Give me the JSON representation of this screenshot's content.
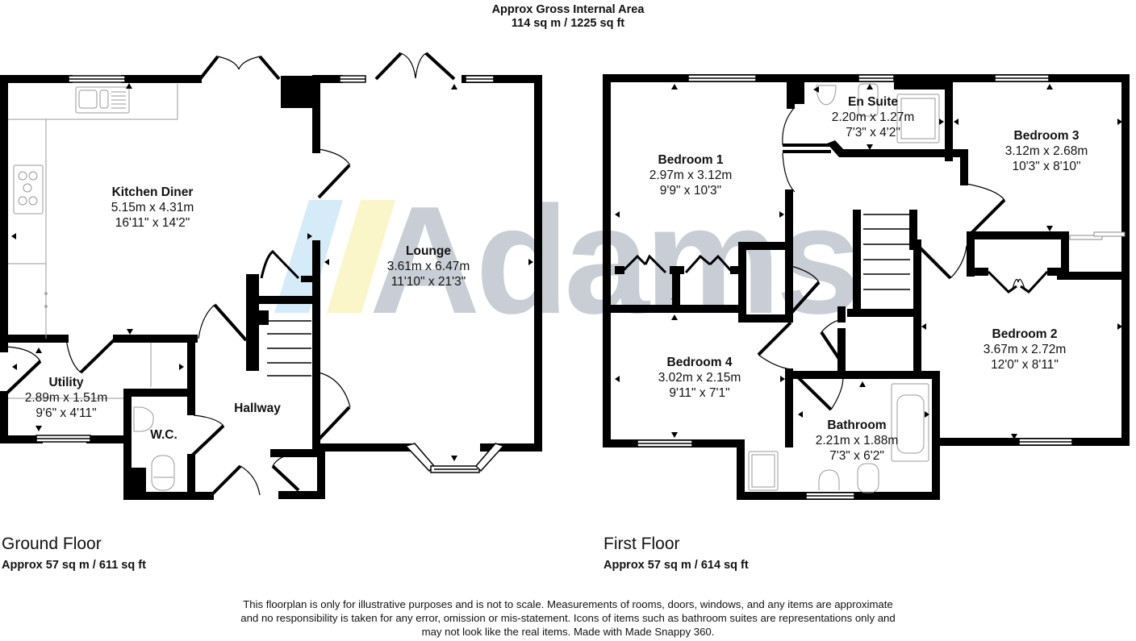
{
  "header": {
    "title": "Approx Gross Internal Area",
    "total_area": "114 sq m / 1225 sq ft"
  },
  "watermark": {
    "text": "Adams",
    "colors": {
      "blue": "#d6ebf8",
      "yellow": "#fbf6c9",
      "grey": "#c9ced6"
    }
  },
  "floors": [
    {
      "name": "Ground Floor",
      "area": "Approx 57 sq m / 611 sq ft",
      "rooms": [
        {
          "name": "Kitchen Diner",
          "metric": "5.15m x 4.31m",
          "imperial": "16'11\" x 14'2\""
        },
        {
          "name": "Lounge",
          "metric": "3.61m x 6.47m",
          "imperial": "11'10\" x 21'3\""
        },
        {
          "name": "Utility",
          "metric": "2.89m x 1.51m",
          "imperial": "9'6\" x 4'11\""
        },
        {
          "name": "W.C.",
          "metric": "",
          "imperial": ""
        },
        {
          "name": "Hallway",
          "metric": "",
          "imperial": ""
        }
      ]
    },
    {
      "name": "First Floor",
      "area": "Approx 57 sq m / 614 sq ft",
      "rooms": [
        {
          "name": "Bedroom 1",
          "metric": "2.97m x 3.12m",
          "imperial": "9'9\" x 10'3\""
        },
        {
          "name": "En Suite",
          "metric": "2.20m x 1.27m",
          "imperial": "7'3\" x 4'2\""
        },
        {
          "name": "Bedroom 3",
          "metric": "3.12m x 2.68m",
          "imperial": "10'3\" x 8'10\""
        },
        {
          "name": "Bedroom 4",
          "metric": "3.02m x 2.15m",
          "imperial": "9'11\" x 7'1\""
        },
        {
          "name": "Bathroom",
          "metric": "2.21m x 1.88m",
          "imperial": "7'3\" x 6'2\""
        },
        {
          "name": "Bedroom 2",
          "metric": "3.67m x 2.72m",
          "imperial": "12'0\" x 8'11\""
        }
      ]
    }
  ],
  "disclaimer": {
    "line1": "This floorplan is only for illustrative purposes and is not to scale. Measurements of rooms, doors, windows, and any items are approximate",
    "line2": "and no responsibility is taken for any error, omission or mis-statement. Icons of items such as bathroom suites are representations only and",
    "line3": "may not look like the real items. Made with Made Snappy 360."
  },
  "colors": {
    "wall": "#000000",
    "fixture": "#9a9a9a",
    "background": "#ffffff"
  }
}
